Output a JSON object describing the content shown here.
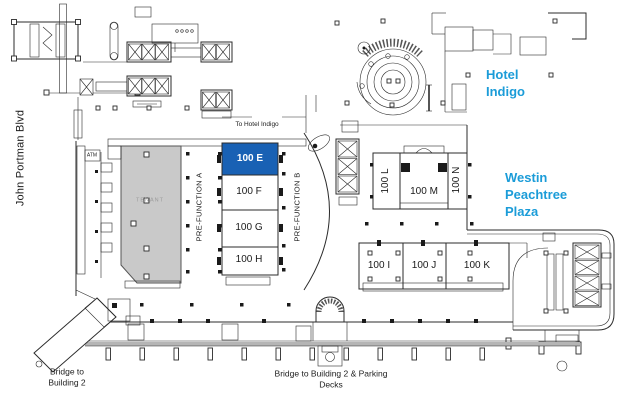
{
  "colors": {
    "highlight_fill": "#1961b4",
    "highlight_text": "#ffffff",
    "destination_text": "#1b9cd8",
    "tenant_fill": "#c9c9c9",
    "tenant_text": "#9a9a9a"
  },
  "street": {
    "name": "John Portman Blvd"
  },
  "annotations": {
    "to_hotel_indigo": "To Hotel Indigo",
    "atm": "ATM",
    "tenant": "TENANT"
  },
  "destinations": {
    "hotel_indigo": "Hotel Indigo",
    "westin_peachtree_plaza": "Westin Peachtree Plaza"
  },
  "bridges": {
    "building_2": "Bridge to Building 2",
    "building_2_parking": "Bridge to Building 2 & Parking Decks"
  },
  "prefunction": {
    "a": "PRE-FUNCTION A",
    "b": "PRE-FUNCTION B"
  },
  "highlighted_room": "100 E",
  "rooms": {
    "e": {
      "label": "100 E",
      "highlighted": true
    },
    "f": {
      "label": "100 F"
    },
    "g": {
      "label": "100 G"
    },
    "h": {
      "label": "100 H"
    },
    "i": {
      "label": "100 I"
    },
    "j": {
      "label": "100 J"
    },
    "k": {
      "label": "100 K"
    },
    "l": {
      "label": "100 L"
    },
    "m": {
      "label": "100 M"
    },
    "n": {
      "label": "100 N"
    }
  }
}
